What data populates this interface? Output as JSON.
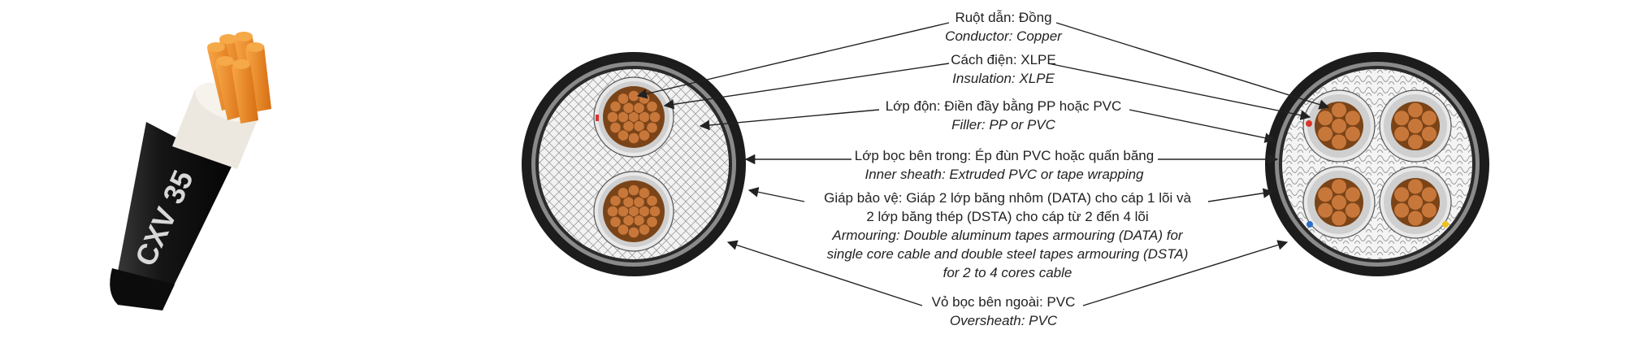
{
  "product": {
    "cable_marking": "CXV 35"
  },
  "labels": [
    {
      "key": "conductor",
      "vi": "Ruột dẫn: Đồng",
      "en": "Conductor: Copper"
    },
    {
      "key": "insulation",
      "vi": "Cách điện: XLPE",
      "en": "Insulation: XLPE"
    },
    {
      "key": "filler",
      "vi": "Lớp độn: Điền đầy bằng PP hoặc PVC",
      "en": "Filler: PP or PVC"
    },
    {
      "key": "inner_sheath",
      "vi": "Lớp bọc bên trong: Ép đùn PVC hoặc quấn băng",
      "en": "Inner sheath: Extruded PVC or tape wrapping"
    },
    {
      "key": "armouring",
      "vi_lines": [
        "Giáp bảo vệ: Giáp 2 lớp băng nhôm (DATA) cho cáp 1 lõi và",
        "2 lớp băng thép (DSTA) cho cáp từ 2 đến 4 lõi"
      ],
      "en_lines": [
        "Armouring: Double aluminum tapes armouring (DATA) for",
        "single core cable and double steel tapes armouring (DSTA)",
        "for 2 to 4 cores cable"
      ]
    },
    {
      "key": "oversheath",
      "vi": "Vỏ bọc bên ngoài: PVC",
      "en": "Oversheath: PVC"
    }
  ],
  "colors": {
    "copper": "#c8773a",
    "copper_dark": "#7a4418",
    "cable_photo_copper": "#f0922e",
    "insulation_grey": "#cfcfcf",
    "sheath_black": "#1c1c1c",
    "armour_grey": "#8a8a8a",
    "filler_white": "#f4f4f4",
    "core_marker_red": "#d9352a",
    "core_marker_blue": "#2d6fc7",
    "core_marker_yellow": "#f2c21b",
    "leader_line": "#222222"
  },
  "icons": [
    "cable-photo",
    "two-core-cross-section",
    "four-core-cross-section"
  ]
}
